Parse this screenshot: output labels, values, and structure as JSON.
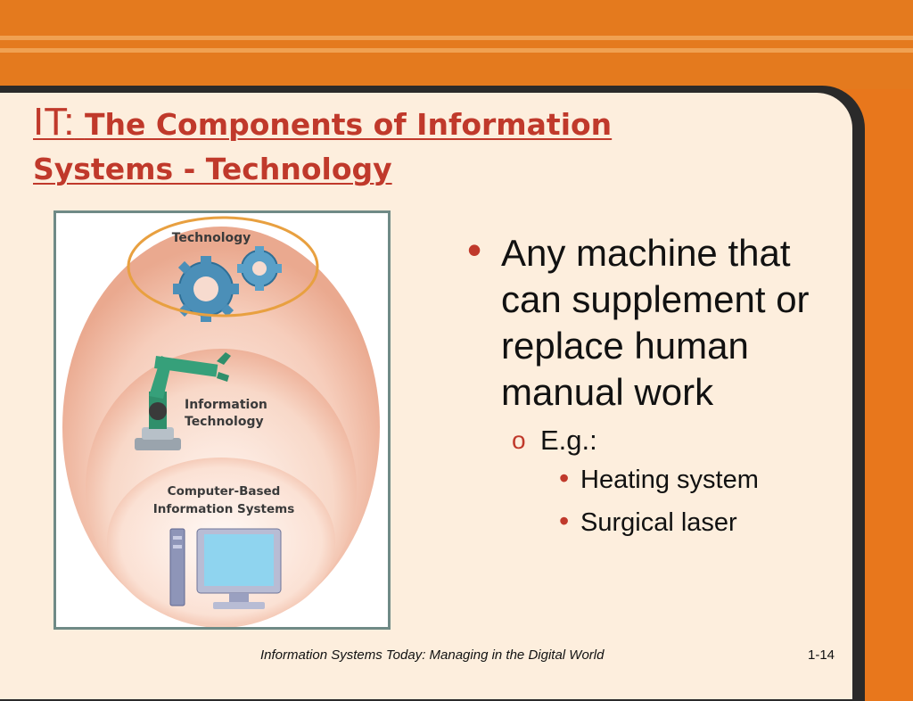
{
  "slide": {
    "title_prefix": "IT:",
    "title_rest": "The Components of Information Systems - Technology",
    "bullets": {
      "main": "Any machine that can supplement or replace human manual work",
      "sub": "E.g.:",
      "examples": [
        "Heating system",
        "Surgical laser"
      ]
    },
    "footer": "Information Systems Today: Managing in the Digital World",
    "page_number": "1-14"
  },
  "diagram": {
    "outer_label": "Technology",
    "middle_label_line1": "Information",
    "middle_label_line2": "Technology",
    "inner_label_line1": "Computer-Based",
    "inner_label_line2": "Information Systems",
    "icons": [
      "gears-icon",
      "robot-arm-icon",
      "computer-icon"
    ]
  },
  "colors": {
    "background_orange": "#e47a1e",
    "panel": "#fdeedd",
    "title_red": "#c0392b",
    "highlight_circle": "#e8a040"
  }
}
